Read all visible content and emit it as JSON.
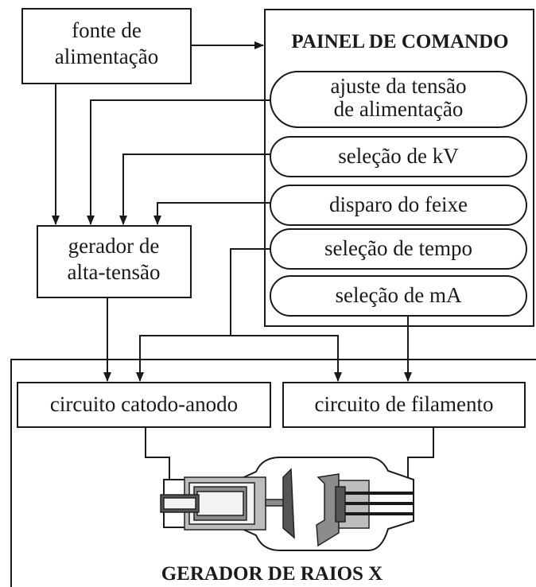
{
  "boxes": {
    "power_source": [
      "fonte de",
      "alimentação"
    ],
    "hv_generator": [
      "gerador de",
      "alta-tensão"
    ],
    "cathode_anode_circuit": "circuito catodo-anodo",
    "filament_circuit": "circuito de filamento"
  },
  "control_panel": {
    "title": "PAINEL DE COMANDO",
    "controls": {
      "voltage_adjust": [
        "ajuste da tensão",
        "de alimentação"
      ],
      "kv_select": "seleção de kV",
      "beam_trigger": "disparo do feixe",
      "time_select": "seleção de tempo",
      "ma_select": "seleção de mA"
    }
  },
  "xray_generator": {
    "title": "GERADOR DE RAIOS X"
  },
  "colors": {
    "line": "#1a1a1a",
    "tube_light": "#bdbdbd",
    "tube_mid": "#8c8c8c",
    "tube_dark": "#555555"
  }
}
